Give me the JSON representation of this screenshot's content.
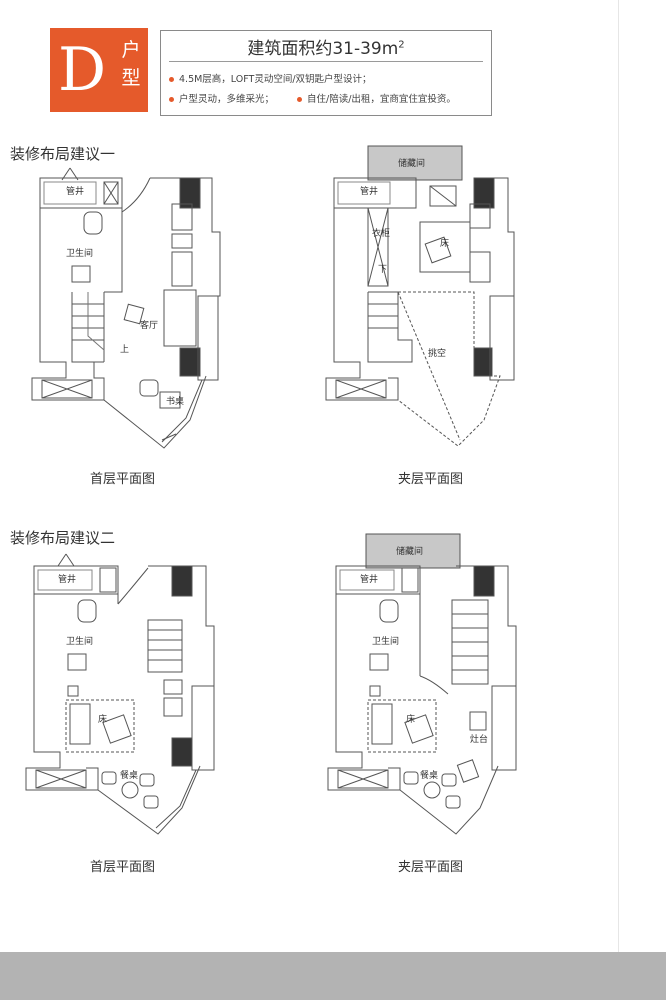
{
  "header": {
    "type_letter": "D",
    "type_sub": "户型",
    "title": "建筑面积约31-39m",
    "title_sup": "2",
    "features": [
      "4.5M层高，LOFT灵动空间/双钥匙户型设计；",
      "户型灵动，多维采光；",
      "自住/陪读/出租，宜商宜住宜投资。"
    ]
  },
  "colors": {
    "accent": "#e55a2b",
    "storage_fill": "#c8c8c8",
    "column_fill": "#333333",
    "band": "#b3b3b3"
  },
  "layouts": [
    {
      "title": "装修布局建议一",
      "ground": {
        "caption": "首层平面图",
        "labels": {
          "shaft": "管井",
          "bath": "卫生间",
          "living": "客厅",
          "up": "上",
          "desk": "书桌"
        }
      },
      "mezz": {
        "caption": "夹层平面图",
        "labels": {
          "storage": "储藏间",
          "shaft": "管井",
          "wardrobe": "衣柜",
          "bed": "床",
          "down": "下",
          "void": "挑空"
        }
      }
    },
    {
      "title": "装修布局建议二",
      "ground": {
        "caption": "首层平面图",
        "labels": {
          "shaft": "管井",
          "bath": "卫生间",
          "bed": "床",
          "dining": "餐桌"
        }
      },
      "mezz": {
        "caption": "夹层平面图",
        "labels": {
          "storage": "储藏间",
          "shaft": "管井",
          "bath": "卫生间",
          "bed": "床",
          "stove": "灶台",
          "dining": "餐桌"
        }
      }
    }
  ]
}
